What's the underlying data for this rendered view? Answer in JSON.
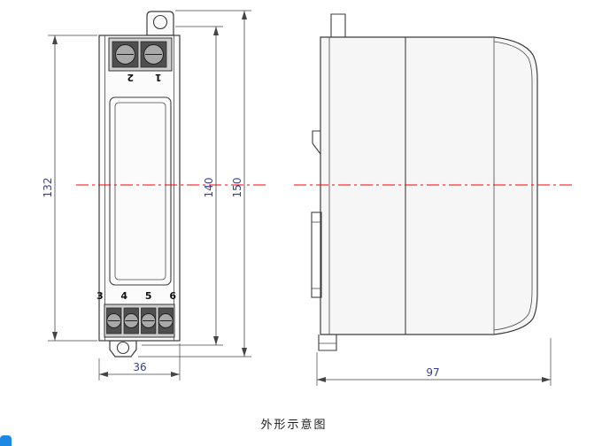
{
  "caption": "外形示意图",
  "front_view": {
    "top_terminals": "1 2",
    "bottom_terminals": "3 4 5 6"
  },
  "dimensions": {
    "body_height": "132",
    "inner_height": "140",
    "total_height": "150",
    "width": "36",
    "depth": "97"
  },
  "colors": {
    "line": "#3c3c3c",
    "centerline": "#ff0000",
    "dimension_text": "#39418c",
    "background": "#ffffff",
    "corner_accent": "#1e88e5"
  }
}
